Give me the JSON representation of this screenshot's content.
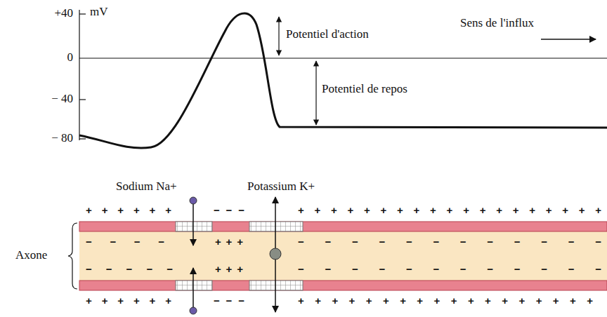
{
  "diagram": {
    "labels": [
      "+40",
      "mV",
      "0",
      "− 40",
      "− 80",
      "Potentiel d'action",
      "Sens de l'influx",
      "Potentiel de repos",
      "Sodium Na+",
      "Potassium K+",
      "Axone",
      "+ + + + + +",
      "− − −",
      "+ + + + + + + + + + + + + + + + + + +",
      "− − − −",
      "+ + +",
      "− − − − − − − − − − − −",
      "− − − − −",
      "+ + +",
      "− − − − − − − − − − − −",
      "+ + + + + +",
      "− − −",
      "+ + + + + + + + + + + + + + + + + +"
    ]
  }
}
